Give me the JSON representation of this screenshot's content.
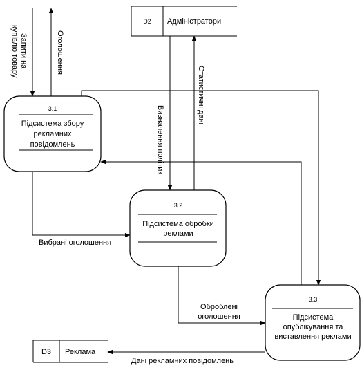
{
  "processes": [
    {
      "id": "3.1",
      "lines": [
        "Підсистема збору",
        "рекламних",
        "повідомлень"
      ]
    },
    {
      "id": "3.2",
      "lines": [
        "Підсистема обробки",
        "реклами"
      ]
    },
    {
      "id": "3.3",
      "lines": [
        "Підсистема",
        "опублікування та",
        "виставлення реклами"
      ]
    }
  ],
  "stores": [
    {
      "id": "D2",
      "name": "Адміністратори"
    },
    {
      "id": "D3",
      "name": "Реклама"
    }
  ],
  "flows": {
    "requests": [
      "Запити на",
      "купівлю товару"
    ],
    "announcements": "Оголошення",
    "policy": "Визначення політик",
    "statistics": "Статистичні дані",
    "selected": "Вибрані оголошення",
    "processed": [
      "Оброблені",
      "оголошення"
    ],
    "ad_data": "Дані рекламних повідомлень"
  }
}
